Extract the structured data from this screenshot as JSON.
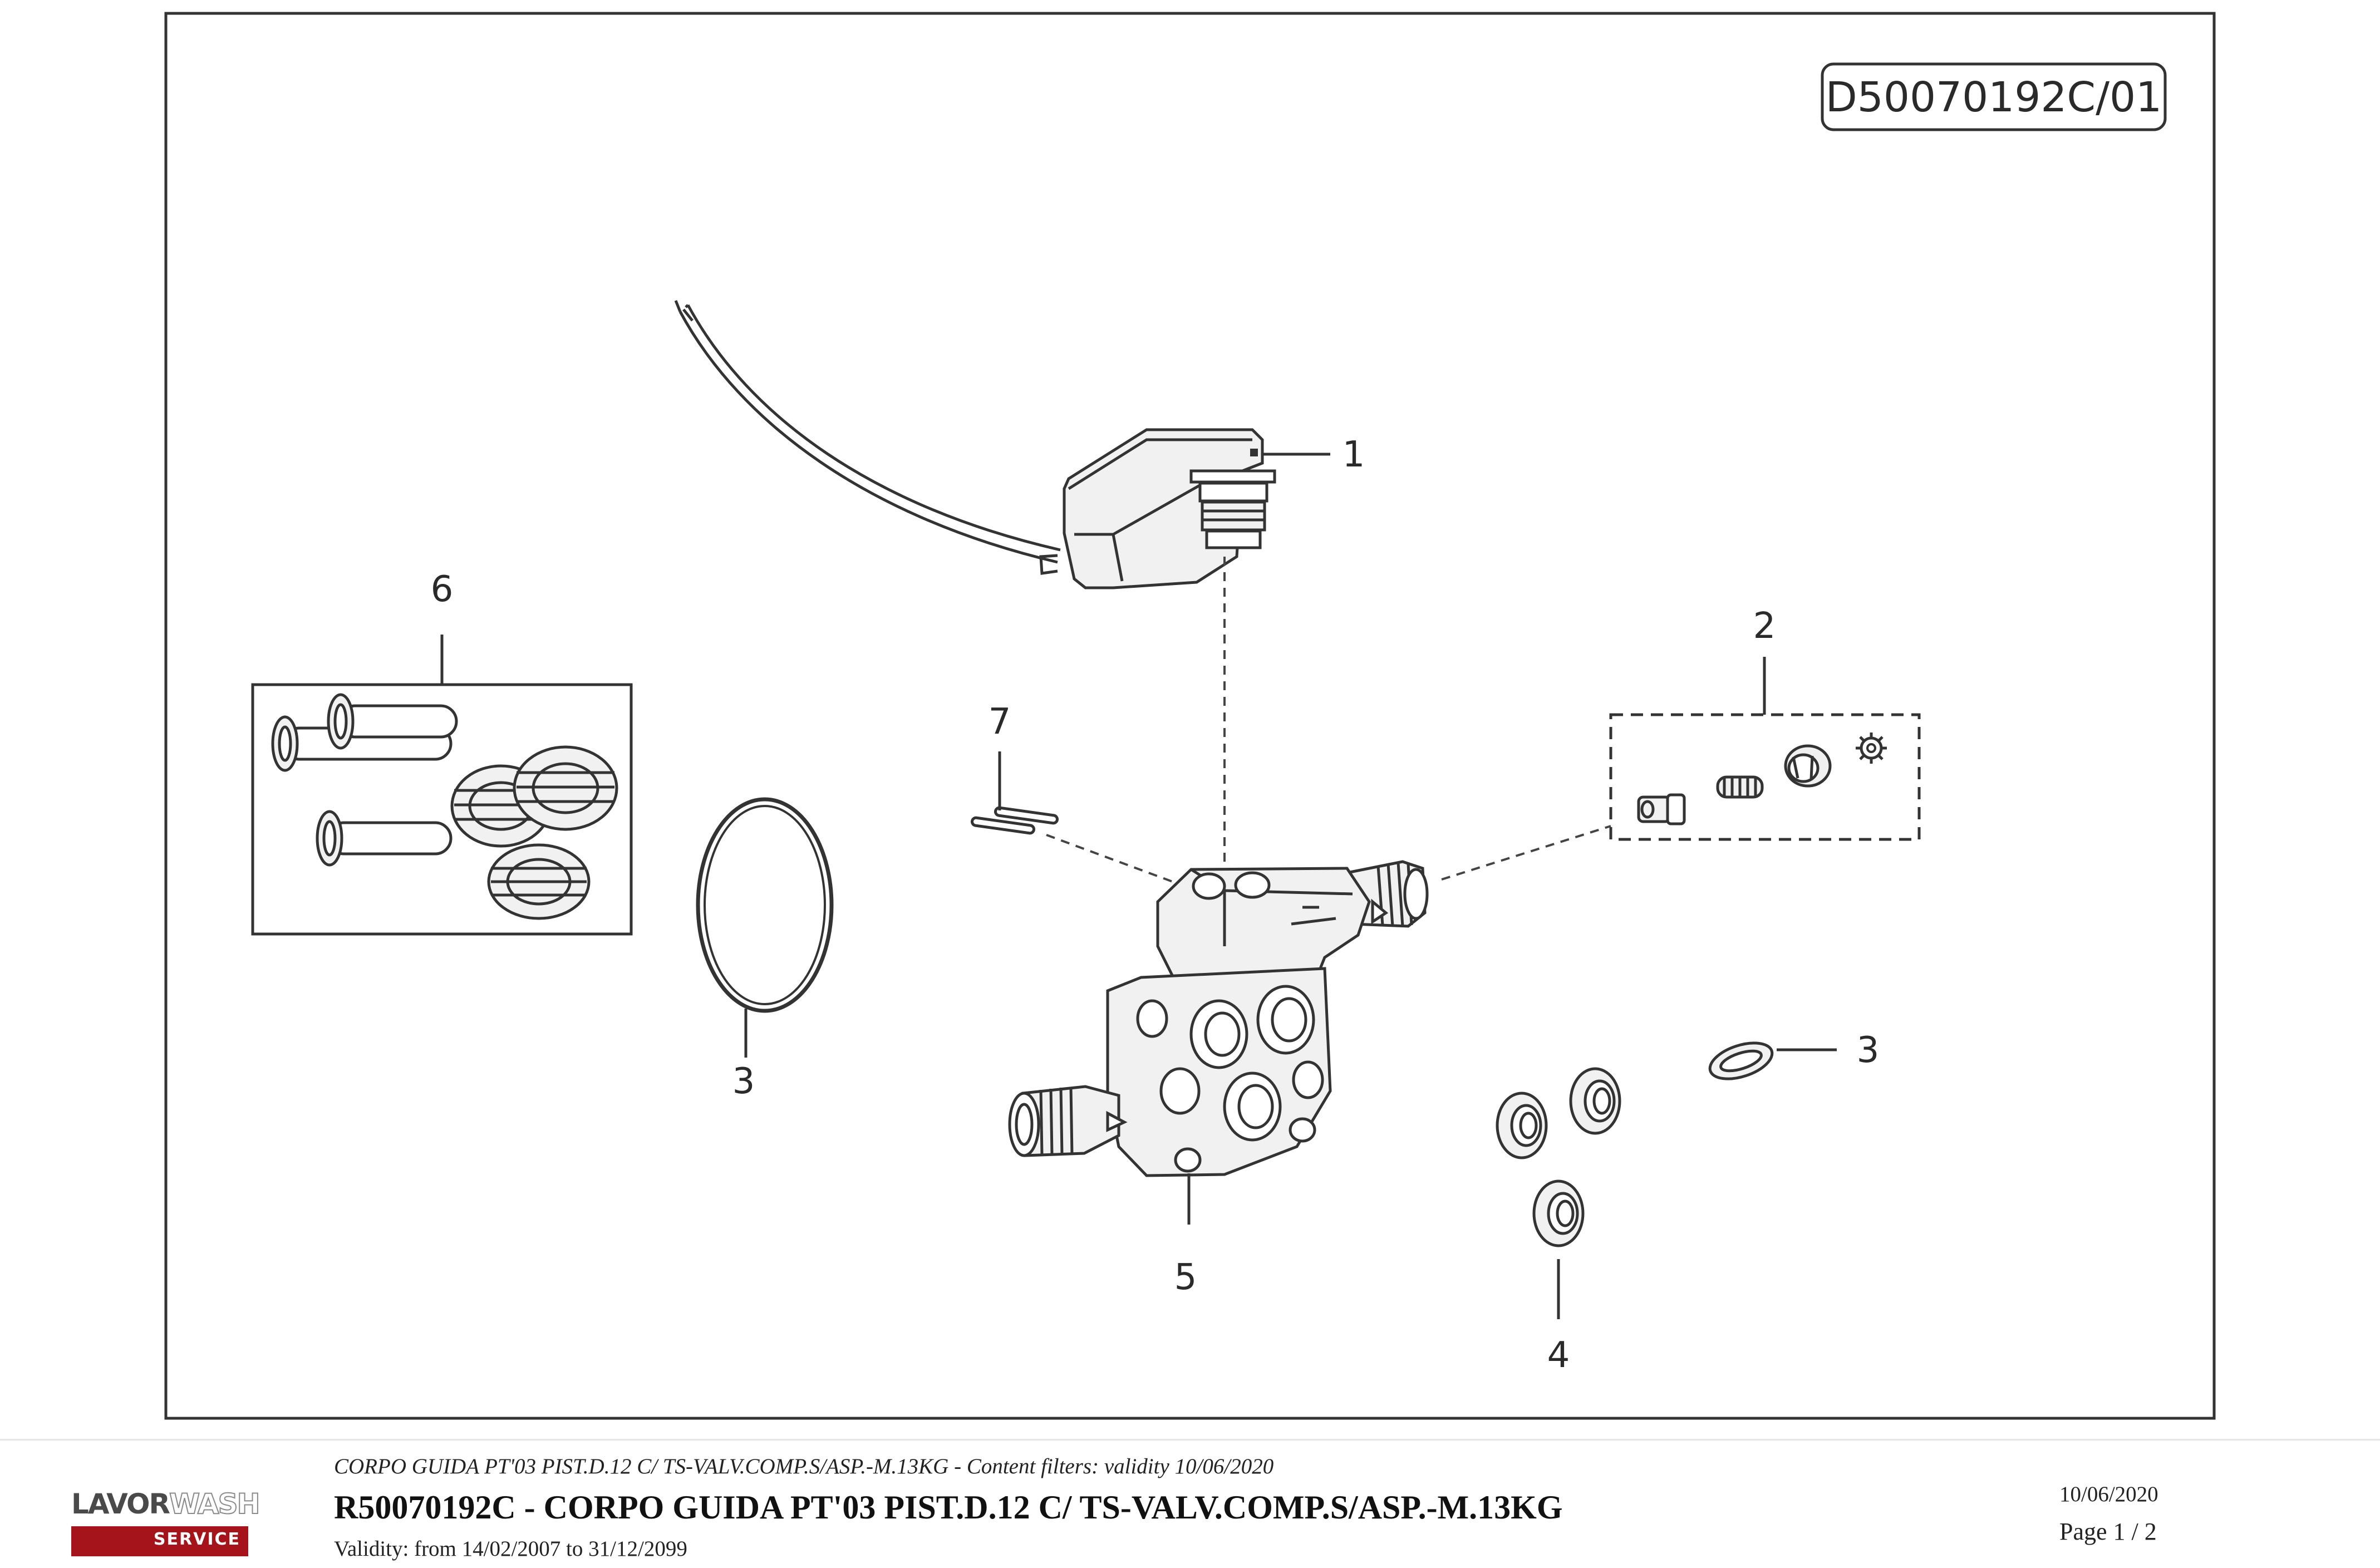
{
  "drawing": {
    "code": "D50070192C/01",
    "callouts": [
      {
        "id": "1",
        "label": "1"
      },
      {
        "id": "2",
        "label": "2"
      },
      {
        "id": "3a",
        "label": "3"
      },
      {
        "id": "3b",
        "label": "3"
      },
      {
        "id": "4",
        "label": "4"
      },
      {
        "id": "5",
        "label": "5"
      },
      {
        "id": "6",
        "label": "6"
      },
      {
        "id": "7",
        "label": "7"
      }
    ]
  },
  "footer": {
    "logo": {
      "brand_a": "LAVOR",
      "brand_b": "WASH",
      "tag": "SERVICE"
    },
    "subtitle": "CORPO GUIDA PT'03 PIST.D.12 C/ TS-VALV.COMP.S/ASP.-M.13KG - Content filters: validity 10/06/2020",
    "title": "R50070192C - CORPO GUIDA PT'03 PIST.D.12 C/ TS-VALV.COMP.S/ASP.-M.13KG",
    "validity": "Validity: from 14/02/2007 to 31/12/2099",
    "date": "10/06/2020",
    "page": "Page 1 / 2"
  },
  "colors": {
    "logo_red": "#a5141b",
    "ink": "#333333"
  }
}
